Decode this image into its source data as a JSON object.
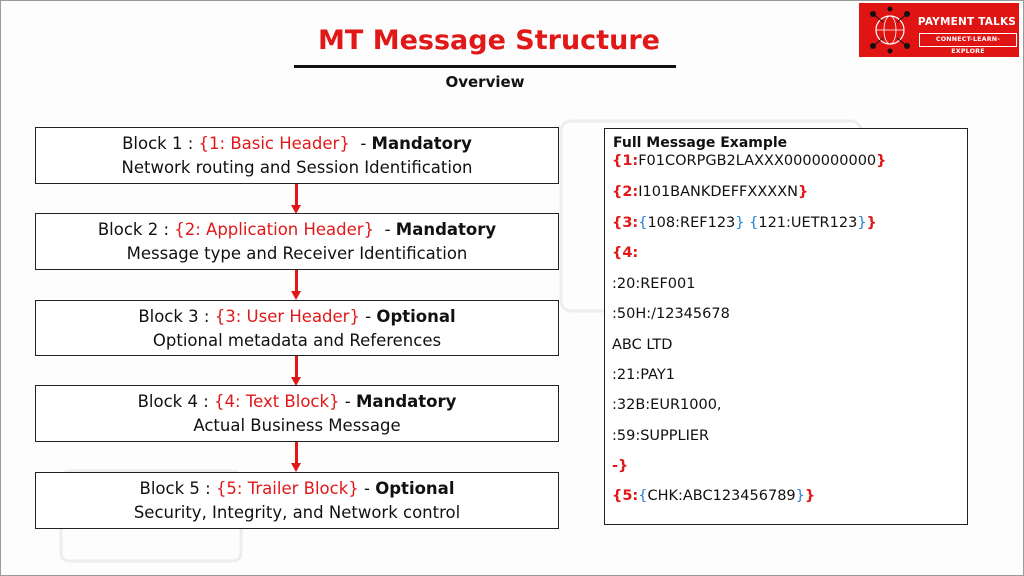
{
  "header": {
    "title": "MT Message Structure",
    "subtitle": "Overview"
  },
  "logo": {
    "name": "PAYMENT TALKS",
    "tagline": "CONNECT-LEARN-EXPLORE",
    "emblem": "globe-network-emblem"
  },
  "colors": {
    "accent_red": "#e01818",
    "brace_blue": "#1f7fd6"
  },
  "blocks": [
    {
      "prefix": "Block 1 : ",
      "tag": "{1: Basic Header}",
      "separator": "  - ",
      "status": "Mandatory",
      "description": "Network routing and Session Identification"
    },
    {
      "prefix": "Block 2 : ",
      "tag": "{2: Application Header}",
      "separator": "  - ",
      "status": "Mandatory",
      "description": "Message type and Receiver Identification"
    },
    {
      "prefix": "Block 3 : ",
      "tag": "{3: User Header}",
      "separator": " - ",
      "status": "Optional",
      "description": "Optional metadata and References"
    },
    {
      "prefix": "Block 4 : ",
      "tag": "{4: Text Block}",
      "separator": " - ",
      "status": "Mandatory",
      "description": "Actual Business Message"
    },
    {
      "prefix": "Block 5 : ",
      "tag": "{5: Trailer Block}",
      "separator": " - ",
      "status": "Optional",
      "description": "Security, Integrity, and Network control"
    }
  ],
  "example": {
    "title": "Full Message Example",
    "b1": {
      "open": "{1:",
      "body": "F01CORPGB2LAXXX0000000000",
      "close": "}"
    },
    "b2": {
      "open": "{2:",
      "body": "I101BANKDEFFXXXXN",
      "close": "}"
    },
    "b3": {
      "open": "{3:",
      "f1_open": "{",
      "f1": "108:REF123",
      "f1_close": "}",
      "f2_open": "{",
      "f2": "121:UETR123",
      "f2_close": "}",
      "close": "}"
    },
    "b4": {
      "open": "{4:",
      "lines": [
        ":20:REF001",
        ":50H:/12345678",
        "ABC LTD",
        ":21:PAY1",
        ":32B:EUR1000,",
        ":59:SUPPLIER"
      ],
      "close": "-}"
    },
    "b5": {
      "open": "{5:",
      "f_open": "{",
      "f": "CHK:ABC123456789",
      "f_close": "}",
      "close": "}"
    }
  }
}
